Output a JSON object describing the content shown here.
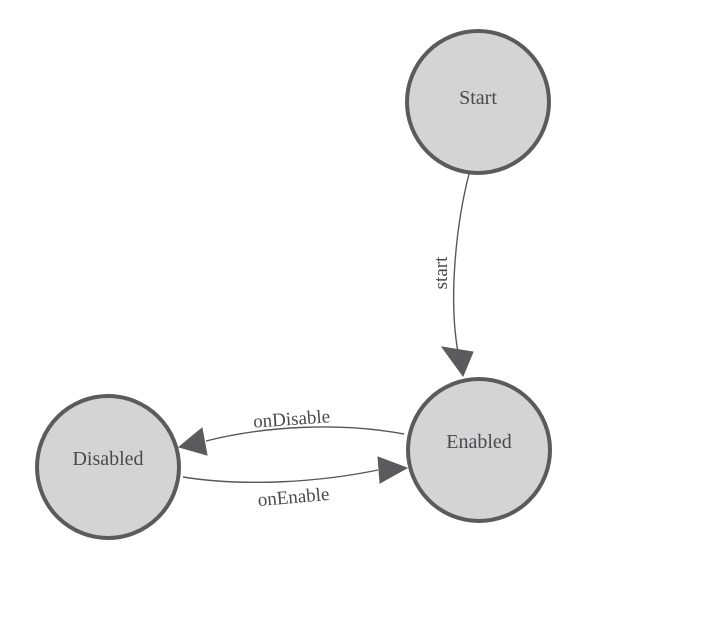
{
  "diagram": {
    "type": "state-machine",
    "background_color": "#ffffff",
    "colors": {
      "node_fill": "#d4d4d4",
      "node_stroke": "#5b5b5d",
      "edge_stroke": "#58585a",
      "arrow_fill": "#5b5b5d",
      "text_color": "#4a4a4d"
    },
    "nodes": [
      {
        "id": "start",
        "label": "Start"
      },
      {
        "id": "enabled",
        "label": "Enabled"
      },
      {
        "id": "disabled",
        "label": "Disabled"
      }
    ],
    "edges": [
      {
        "from": "Start",
        "to": "Enabled",
        "label": "start"
      },
      {
        "from": "Enabled",
        "to": "Disabled",
        "label": "onDisable"
      },
      {
        "from": "Disabled",
        "to": "Enabled",
        "label": "onEnable"
      }
    ]
  }
}
